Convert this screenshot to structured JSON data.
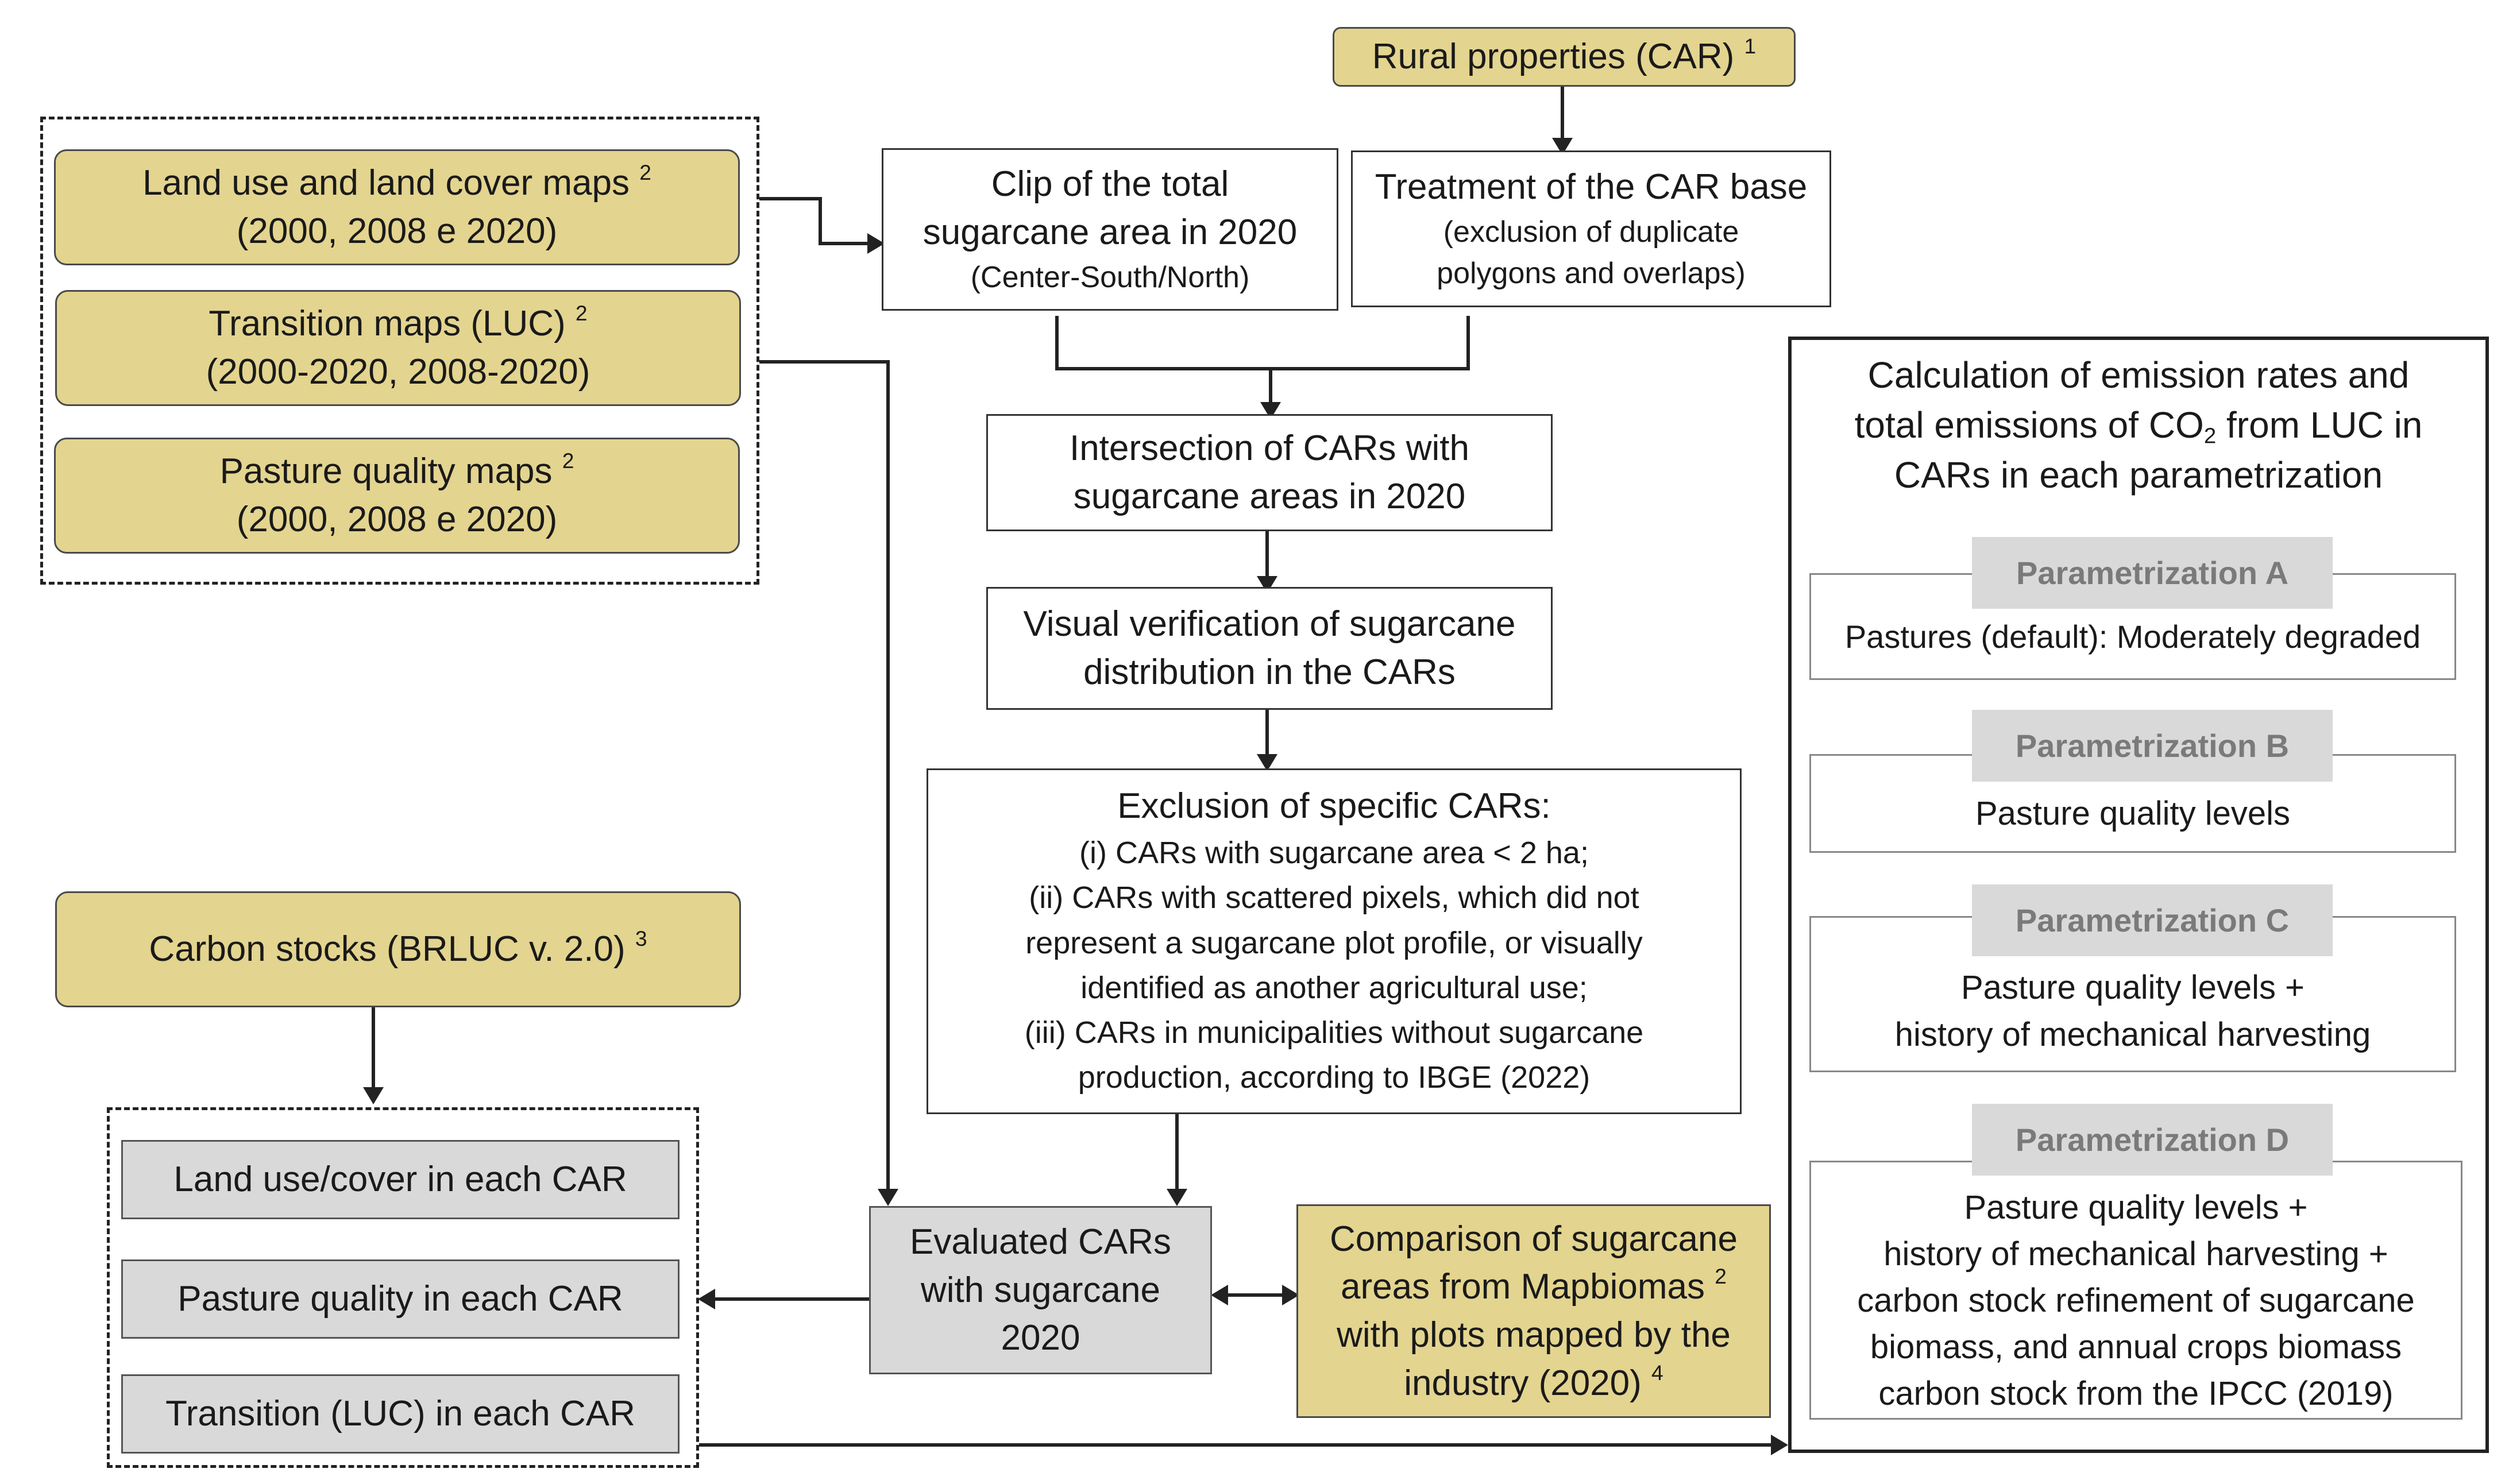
{
  "inputs": {
    "rural_properties": {
      "label": "Rural properties (CAR)",
      "ref": "1"
    },
    "land_use_maps": {
      "line1": "Land use and land cover maps",
      "ref": "2",
      "line2": "(2000, 2008 e 2020)"
    },
    "transition_maps": {
      "line1": "Transition maps (LUC)",
      "ref": "2",
      "line2": "(2000-2020, 2008-2020)"
    },
    "pasture_maps": {
      "line1": "Pasture quality maps",
      "ref": "2",
      "line2": "(2000, 2008 e 2020)"
    },
    "carbon_stocks": {
      "label": "Carbon stocks (BRLUC v. 2.0)",
      "ref": "3"
    }
  },
  "process": {
    "clip": {
      "line1": "Clip of the total",
      "line2": "sugarcane area in 2020",
      "line3": "(Center-South/North)"
    },
    "treatment": {
      "line1": "Treatment of the CAR base",
      "line2": "(exclusion of duplicate",
      "line3": "polygons and overlaps)"
    },
    "intersection": {
      "line1": "Intersection of CARs with",
      "line2": "sugarcane areas in 2020"
    },
    "visual": {
      "line1": "Visual verification of sugarcane",
      "line2": "distribution in the CARs"
    },
    "exclusion": {
      "title": "Exclusion of specific CARs:",
      "lines": [
        "(i) CARs with sugarcane area < 2 ha;",
        "(ii) CARs with scattered pixels, which did not",
        "represent a sugarcane plot profile, or visually",
        "identified as another agricultural use;",
        "(iii) CARs in municipalities without sugarcane",
        "production, according to IBGE (2022)"
      ]
    },
    "evaluated": {
      "line1": "Evaluated CARs",
      "line2": "with sugarcane",
      "line3": "2020"
    },
    "comparison": {
      "line1": "Comparison of sugarcane",
      "line2": "areas from Mapbiomas",
      "ref": "2",
      "line3": "with plots mapped by the",
      "line4": "industry (2020)",
      "ref2": "4"
    }
  },
  "outputs": {
    "land_use": "Land use/cover in each CAR",
    "pasture": "Pasture quality in each CAR",
    "transition": "Transition (LUC) in each CAR"
  },
  "calculation": {
    "title_line1": "Calculation of emission rates and",
    "title_line2a": "total emissions of CO",
    "title_sub": "2",
    "title_line2b": " from LUC in",
    "title_line3": "CARs in each parametrization",
    "params": [
      {
        "title": "Parametrization A",
        "lines": [
          "Pastures (default): Moderately degraded"
        ]
      },
      {
        "title": "Parametrization B",
        "lines": [
          "Pasture quality levels"
        ]
      },
      {
        "title": "Parametrization C",
        "lines": [
          "Pasture quality levels +",
          "history of mechanical harvesting"
        ]
      },
      {
        "title": "Parametrization D",
        "lines": [
          "Pasture quality levels +",
          "history of mechanical harvesting +",
          "carbon stock refinement of sugarcane",
          "biomass, and annual crops biomass",
          "carbon stock from the IPCC (2019)"
        ]
      }
    ]
  },
  "colors": {
    "gold": "#e3d48f",
    "grey": "#d9d9d9",
    "line": "#222222"
  }
}
